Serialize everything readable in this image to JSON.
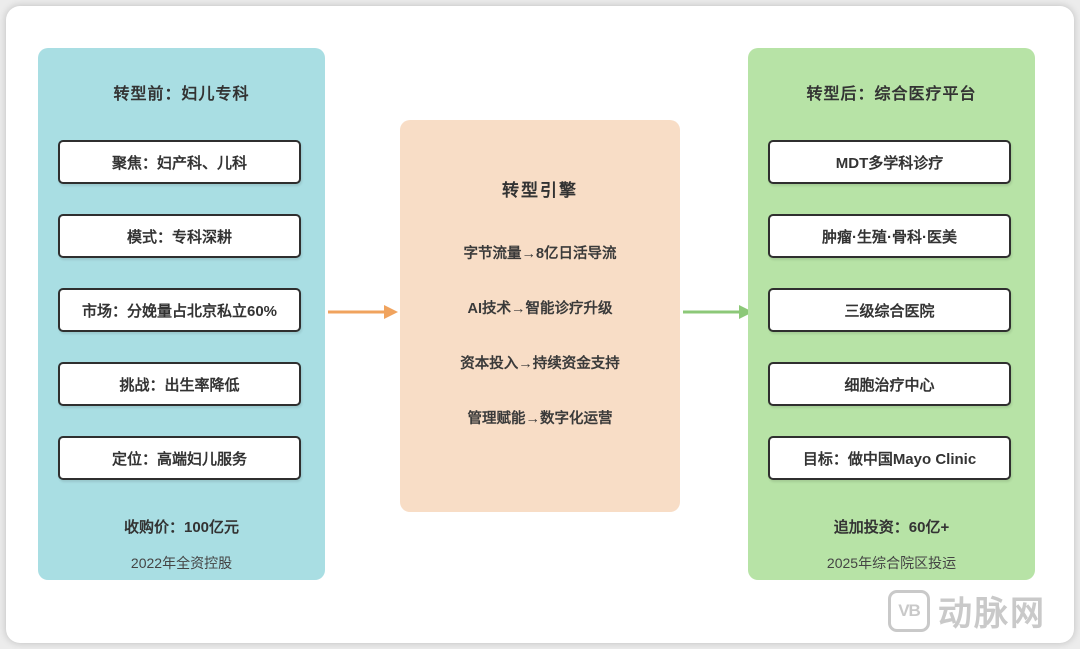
{
  "left_panel": {
    "title": "转型前：妇儿专科",
    "boxes": [
      "聚焦：妇产科、儿科",
      "模式：专科深耕",
      "市场：分娩量占北京私立60%",
      "挑战：出生率降低",
      "定位：高端妇儿服务"
    ],
    "footer_line1": "收购价：100亿元",
    "footer_line2": "2022年全资控股"
  },
  "center_panel": {
    "title": "转型引擎",
    "items": [
      "字节流量→8亿日活导流",
      "AI技术→智能诊疗升级",
      "资本投入→持续资金支持",
      "管理赋能→数字化运营"
    ]
  },
  "right_panel": {
    "title": "转型后：综合医疗平台",
    "boxes": [
      "MDT多学科诊疗",
      "肿瘤·生殖·骨科·医美",
      "三级综合医院",
      "细胞治疗中心",
      "目标：做中国Mayo Clinic"
    ],
    "footer_line1": "追加投资：60亿+",
    "footer_line2": "2025年综合院区投运"
  },
  "watermark": {
    "logo": "VB",
    "text": "动脉网"
  },
  "colors": {
    "panel_left_bg": "#a9dee3",
    "panel_center_bg": "#f8ddc6",
    "panel_right_bg": "#b7e3a6",
    "arrow_orange": "#f0a35e",
    "arrow_green": "#8cc878",
    "box_border": "#2f2f2f",
    "watermark_gray": "#c9c9c9"
  }
}
